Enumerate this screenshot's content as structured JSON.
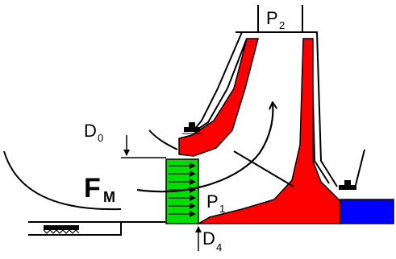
{
  "labels": {
    "p2": {
      "main": "P",
      "sub": "2"
    },
    "d0": {
      "main": "D",
      "sub": "0"
    },
    "fm": {
      "main": "F",
      "sub": "M"
    },
    "p1": {
      "main": "P",
      "sub": "1"
    },
    "d4": {
      "main": "D",
      "sub": "4"
    }
  },
  "colors": {
    "impeller": "#ff0000",
    "wear_ring": "#00dd00",
    "shaft": "#0000ff",
    "seal_hatch": "#000000",
    "outline": "#000000"
  }
}
